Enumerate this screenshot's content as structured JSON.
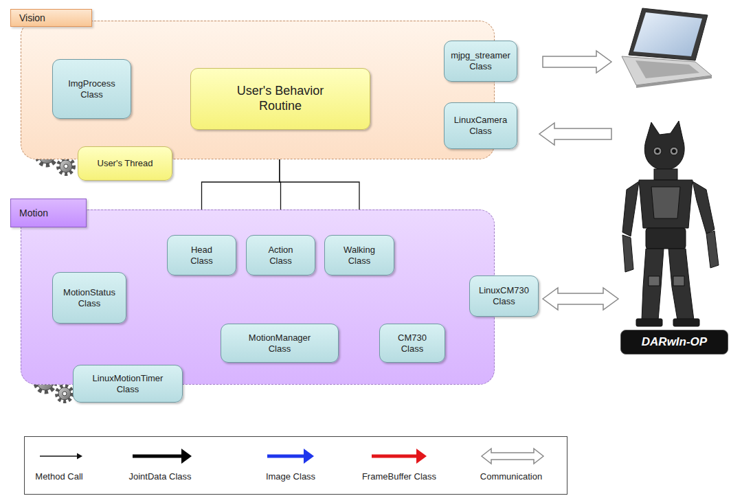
{
  "diagram": {
    "nodes": [
      {
        "text": [
          "Vision"
        ]
      },
      {
        "text": [
          "ImgProcess Class"
        ],
        "in": 0
      },
      {
        "text": [
          "User's Behavior Routine"
        ],
        "in": 0
      },
      {
        "text": [
          "mjpg_streamer Class"
        ],
        "in": 0
      },
      {
        "text": [
          "LinuxCamera Class"
        ],
        "in": 0
      },
      {
        "text": [
          "User's Thread"
        ],
        "in": 0
      },
      {
        "text": [
          "Motion"
        ]
      },
      {
        "text": [
          "Head Class"
        ],
        "in": 6
      },
      {
        "text": [
          "Action Class"
        ],
        "in": 6
      },
      {
        "text": [
          "Walking Class"
        ],
        "in": 6
      },
      {
        "text": [
          "MotionStatus Class"
        ],
        "in": 6
      },
      {
        "text": [
          "LinuxCM730 Class"
        ],
        "in": 6
      },
      {
        "text": [
          "MotionManager Class"
        ],
        "in": 6
      },
      {
        "text": [
          "CM730 Class"
        ],
        "in": 6
      },
      {
        "text": [
          "LinuxMotionTimer Class"
        ],
        "in": 6
      },
      {
        "text": [
          "DARwIn-OP"
        ]
      }
    ],
    "edges": [
      {
        "from": 1,
        "to": 2,
        "arrow": "both"
      },
      {
        "from": 2,
        "to": 3,
        "arrow": "to"
      },
      {
        "from": 4,
        "to": 2,
        "arrow": "to"
      },
      {
        "from": 2,
        "to": 7,
        "arrow": "to"
      },
      {
        "from": 2,
        "to": 8,
        "arrow": "to"
      },
      {
        "from": 2,
        "to": 9,
        "arrow": "to"
      },
      {
        "from": 7,
        "to": 10,
        "arrow": "to"
      },
      {
        "from": 7,
        "to": 12,
        "arrow": "to"
      },
      {
        "from": 8,
        "to": 12,
        "arrow": "to"
      },
      {
        "from": 9,
        "to": 12,
        "arrow": "to"
      },
      {
        "from": 12,
        "to": 10,
        "arrow": "to"
      },
      {
        "from": 12,
        "to": 13,
        "arrow": "both"
      },
      {
        "from": 13,
        "to": 11,
        "arrow": "both"
      }
    ],
    "legend": [
      {
        "text": "Method Call"
      },
      {
        "text": "JointData Class"
      },
      {
        "text": "Image Class"
      },
      {
        "text": "FrameBuffer Class"
      },
      {
        "text": "Communication"
      }
    ]
  }
}
